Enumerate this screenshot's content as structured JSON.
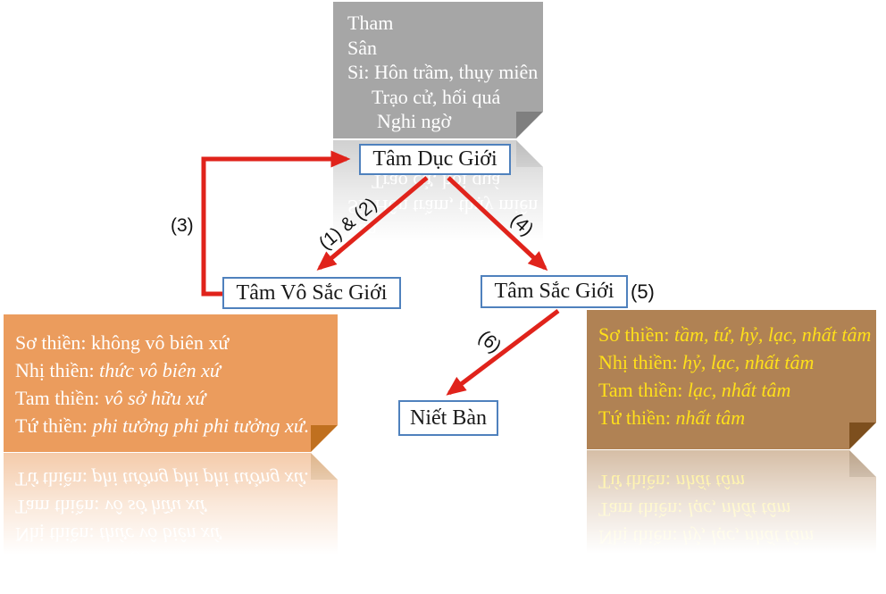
{
  "nodes": {
    "duc_gioi": {
      "label": "Tâm Dục Giới"
    },
    "vo_sac_gioi": {
      "label": "Tâm Vô Sắc Giới"
    },
    "sac_gioi": {
      "label": "Tâm Sắc Giới"
    },
    "niet_ban": {
      "label": "Niết Bàn"
    }
  },
  "edge_labels": {
    "to_duc_gioi": "(3)",
    "to_vo_sac_gioi": "(1) & (2)",
    "to_sac_gioi": "(4)",
    "beside_sac_gioi": "(5)",
    "to_niet_ban": "(6)"
  },
  "notes": {
    "gray": {
      "bg": "#a6a6a6",
      "fold": "#7f7f7f",
      "text_color": "#ffffff",
      "lines": [
        {
          "text": "Tham",
          "indent": 0
        },
        {
          "text": "Sân",
          "indent": 0
        },
        {
          "text": "Si: Hôn trầm, thụy miên",
          "indent": 0
        },
        {
          "text": "Trạo cử, hối quá",
          "indent": 27
        },
        {
          "text": "Nghi ngờ",
          "indent": 33
        }
      ]
    },
    "orange": {
      "bg": "#eb9c5d",
      "fold": "#c0701f",
      "text_color": "#ffffff",
      "items": [
        {
          "label": "Sơ thiền:",
          "value": "không vô biên xứ",
          "italic": false
        },
        {
          "label": "Nhị thiền:",
          "value": "thức vô biên xứ",
          "italic": true
        },
        {
          "label": "Tam thiền:",
          "value": "vô sở hữu xứ",
          "italic": true
        },
        {
          "label": "Tứ thiền:",
          "value": "phi tưởng phi phi tưởng xứ.",
          "italic": true
        }
      ]
    },
    "brown": {
      "bg": "#b08254",
      "fold": "#7d4f1e",
      "text_color": "#ffe01a",
      "items": [
        {
          "label": "Sơ thiền:",
          "value": "tầm, tứ, hỷ, lạc, nhất tâm",
          "italic": true
        },
        {
          "label": "Nhị thiền:",
          "value": "hỷ, lạc, nhất tâm",
          "italic": true
        },
        {
          "label": "Tam thiền:",
          "value": "lạc, nhất tâm",
          "italic": true
        },
        {
          "label": "Tứ thiền:",
          "value": "nhất tâm",
          "italic": true
        }
      ]
    }
  },
  "colors": {
    "arrow": "#e0231b",
    "node_border": "#4f81bd",
    "node_text": "#1a1a1a",
    "background": "#ffffff"
  }
}
